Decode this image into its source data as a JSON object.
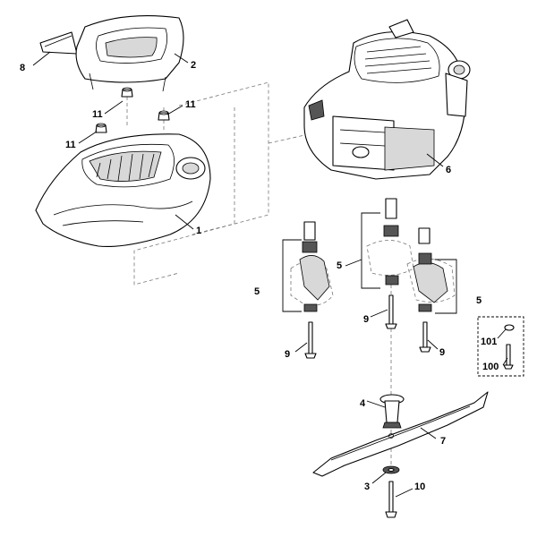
{
  "callouts": [
    {
      "id": "c8",
      "text": "8"
    },
    {
      "id": "c2",
      "text": "2"
    },
    {
      "id": "c11a",
      "text": "11"
    },
    {
      "id": "c11b",
      "text": "11"
    },
    {
      "id": "c11c",
      "text": "11"
    },
    {
      "id": "c1",
      "text": "1"
    },
    {
      "id": "c6",
      "text": "6"
    },
    {
      "id": "c5a",
      "text": "5"
    },
    {
      "id": "c5b",
      "text": "5"
    },
    {
      "id": "c5c",
      "text": "5"
    },
    {
      "id": "c9a",
      "text": "9"
    },
    {
      "id": "c9b",
      "text": "9"
    },
    {
      "id": "c9c",
      "text": "9"
    },
    {
      "id": "c101",
      "text": "101"
    },
    {
      "id": "c100",
      "text": "100"
    },
    {
      "id": "c4",
      "text": "4"
    },
    {
      "id": "c7",
      "text": "7"
    },
    {
      "id": "c3",
      "text": "3"
    },
    {
      "id": "c10",
      "text": "10"
    }
  ]
}
